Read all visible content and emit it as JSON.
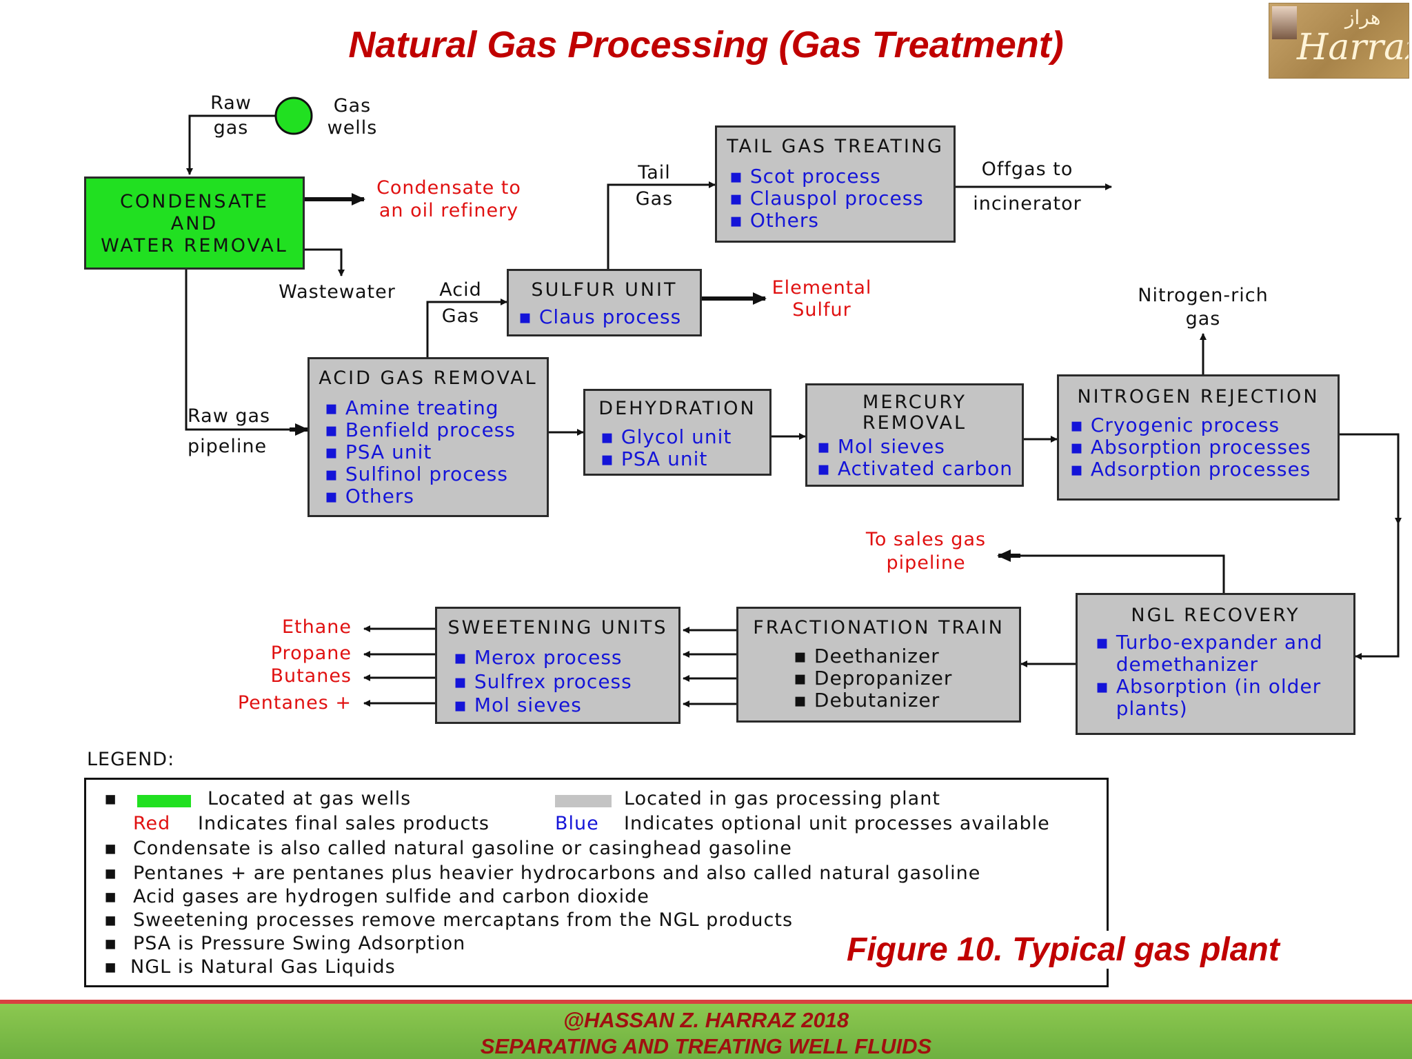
{
  "title": "Natural Gas Processing (Gas Treatment)",
  "logo": {
    "script": "Harraz",
    "arabic": "هراز"
  },
  "gas_wells_label": "Gas\nwells",
  "units": {
    "condensate": {
      "title": "CONDENSATE\nAND\nWATER REMOVAL",
      "items": []
    },
    "tail_gas": {
      "title": "TAIL GAS TREATING",
      "items": [
        "▪ Scot process",
        "▪ Clauspol process",
        "▪ Others"
      ]
    },
    "sulfur": {
      "title": "SULFUR UNIT",
      "items": [
        "▪ Claus process"
      ]
    },
    "acid_gas": {
      "title": "ACID GAS REMOVAL",
      "items": [
        "▪ Amine treating",
        "▪ Benfield process",
        "▪ PSA unit",
        "▪ Sulfinol process",
        "▪ Others"
      ]
    },
    "dehydration": {
      "title": "DEHYDRATION",
      "items": [
        "▪ Glycol unit",
        "▪ PSA unit"
      ]
    },
    "mercury": {
      "title": "MERCURY\nREMOVAL",
      "items": [
        "▪ Mol sieves",
        "▪ Activated carbon"
      ]
    },
    "nitrogen": {
      "title": "NITROGEN REJECTION",
      "items": [
        "▪ Cryogenic process",
        "▪ Absorption processes",
        "▪ Adsorption processes"
      ]
    },
    "ngl": {
      "title": "NGL RECOVERY",
      "items": [
        "▪ Turbo-expander and",
        "   demethanizer",
        "▪ Absorption (in older",
        "   plants)"
      ]
    },
    "fractionation": {
      "title": "FRACTIONATION TRAIN",
      "items": [
        "▪ Deethanizer",
        "▪ Depropanizer",
        "▪ Debutanizer"
      ]
    },
    "sweetening": {
      "title": "SWEETENING UNITS",
      "items": [
        "▪ Merox process",
        "▪ Sulfrex process",
        "▪ Mol sieves"
      ]
    }
  },
  "flow_labels": {
    "raw_gas": "Raw\ngas",
    "condensate_product": "Condensate to\nan oil refinery",
    "wastewater": "Wastewater",
    "raw_gas_pipeline": "Raw gas\npipeline",
    "acid_gas": "Acid\nGas",
    "tail_gas": "Tail\nGas",
    "offgas_1": "Offgas to",
    "offgas_2": "incinerator",
    "elemental_sulfur": "Elemental\nSulfur",
    "nitrogen_rich": "Nitrogen-rich\ngas",
    "sales_gas": "To sales gas\npipeline",
    "ethane": "Ethane",
    "propane": "Propane",
    "butanes": "Butanes",
    "pentanes": "Pentanes +"
  },
  "legend": {
    "heading": "LEGEND:",
    "green_text": "Located at gas wells",
    "gray_text": "Located in gas processing plant",
    "red_word": "Red",
    "red_text": "Indicates final sales products",
    "blue_word": "Blue",
    "blue_text": "Indicates optional unit processes available",
    "notes": [
      "Condensate is also called natural gasoline or casinghead gasoline",
      "Pentanes +  are pentanes plus heavier hydrocarbons and also called natural gasoline",
      "Acid gases are hydrogen sulfide and carbon dioxide",
      "Sweetening processes remove mercaptans from the NGL products",
      "PSA is Pressure Swing Adsorption",
      "NGL is Natural Gas Liquids"
    ],
    "colors": {
      "green": "#21e021",
      "gray": "#c4c4c4",
      "red": "#e01010",
      "blue": "#1414d8"
    }
  },
  "figure_caption": "Figure 10. Typical gas plant",
  "footer": {
    "line1": "@HASSAN Z. HARRAZ 2018",
    "line2": "SEPARATING AND TREATING WELL FLUIDS"
  }
}
